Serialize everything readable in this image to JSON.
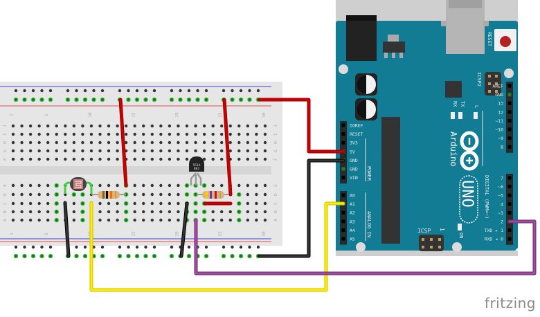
{
  "diagram": {
    "type": "breadboard-circuit",
    "tool_watermark": "fritzing",
    "breadboard": {
      "column_labels": [
        "1",
        "5",
        "10",
        "15",
        "20",
        "25",
        "30"
      ],
      "top_row_labels": [
        "J",
        "I",
        "H",
        "G",
        "F"
      ],
      "bottom_row_labels": [
        "E",
        "D",
        "C",
        "B",
        "A"
      ]
    },
    "arduino": {
      "brand": "Arduino",
      "model": "UNO",
      "reset_label": "RESET",
      "icsp2_label": "ICSP2",
      "icsp_label": "ICSP",
      "icsp_pin1": "1",
      "on_label": "ON",
      "led_labels": [
        "TX",
        "RX",
        "L"
      ],
      "power_header_title": "POWER",
      "power_pins": [
        "IOREF",
        "RESET",
        "3V3",
        "5V",
        "GND",
        "GND",
        "VIN"
      ],
      "analog_header_title": "ANALOG IN",
      "analog_pins": [
        "A0",
        "A1",
        "A2",
        "A3",
        "A4",
        "A5"
      ],
      "digital_header_title": "DIGITAL (PWM=~)",
      "digital_top_pins": [
        "AREF",
        "GND",
        "13",
        "12",
        "~11",
        "~10",
        "~9",
        "8"
      ],
      "digital_bottom_pins": [
        "7",
        "~6",
        "~5",
        "4",
        "~3",
        "2",
        "TXD ▸ 1",
        "RXD ◂ 0"
      ]
    },
    "components": [
      {
        "name": "photoresistor",
        "label": "LDR"
      },
      {
        "name": "resistor-1",
        "bands": [
          "#8b5a2b",
          "#000000",
          "#ff6a00"
        ]
      },
      {
        "name": "transistor",
        "label_line1": "551A",
        "label_line2": "B02"
      },
      {
        "name": "resistor-2",
        "bands": [
          "#ffcc00",
          "#7b2fbe",
          "#c8102e"
        ]
      }
    ],
    "wires": [
      {
        "name": "wire-5v",
        "color": "#cc0000",
        "from": "breadboard top power rail (+)",
        "to": "Arduino 5V"
      },
      {
        "name": "wire-gnd",
        "color": "#222222",
        "from": "breadboard bottom power rail (-)",
        "to": "Arduino GND"
      },
      {
        "name": "wire-a1",
        "color": "#ffee00",
        "from": "breadboard LDR/resistor node",
        "to": "Arduino A1"
      },
      {
        "name": "wire-d2",
        "color": "#9b3f9b",
        "from": "breadboard transistor pin",
        "to": "Arduino D2"
      }
    ],
    "colors": {
      "board_blue": "#137c95",
      "breadboard": "#e6e6e6",
      "rail_red": "#e05050",
      "rail_blue": "#4040d0",
      "connected_hole": "#3cd33c"
    }
  }
}
